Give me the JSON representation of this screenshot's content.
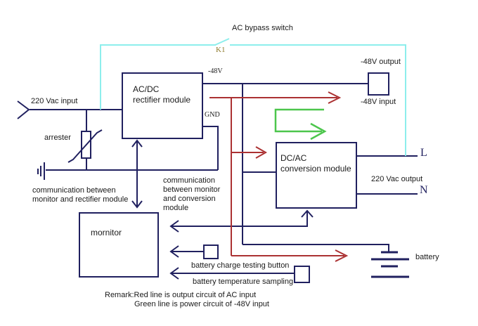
{
  "colors": {
    "wire": "#20205f",
    "red": "#ab3132",
    "green": "#4cc64c",
    "cyan": "#8deeec",
    "k1": "#8f7b2e",
    "text": "#1a1a1a"
  },
  "labels": {
    "ac_bypass_switch": "AC bypass switch",
    "k1": "K1",
    "input_220": "220 Vac input",
    "neg48v": "-48V",
    "gnd": "GND",
    "neg48v_output": "-48V output",
    "neg48v_input": "-48V input",
    "acdc_module": "AC/DC\nrectifier module",
    "dcac_module": "DC/AC\nconversion module",
    "arrester": "arrester",
    "comm_rectifier": "communication between\nmonitor and rectifier module",
    "comm_conversion": "communication\nbetween monitor\nand conversion\nmodule",
    "monitor": "mornitor",
    "line_l": "L",
    "line_n": "N",
    "output_220": "220 Vac output",
    "battery": "battery",
    "charge_button": "battery charge testing button",
    "temp_sampling": "battery temperature sampling",
    "remark_line1": "Remark:Red line is output circuit of AC input",
    "remark_line2": "Green line is power circuit of -48V input"
  }
}
